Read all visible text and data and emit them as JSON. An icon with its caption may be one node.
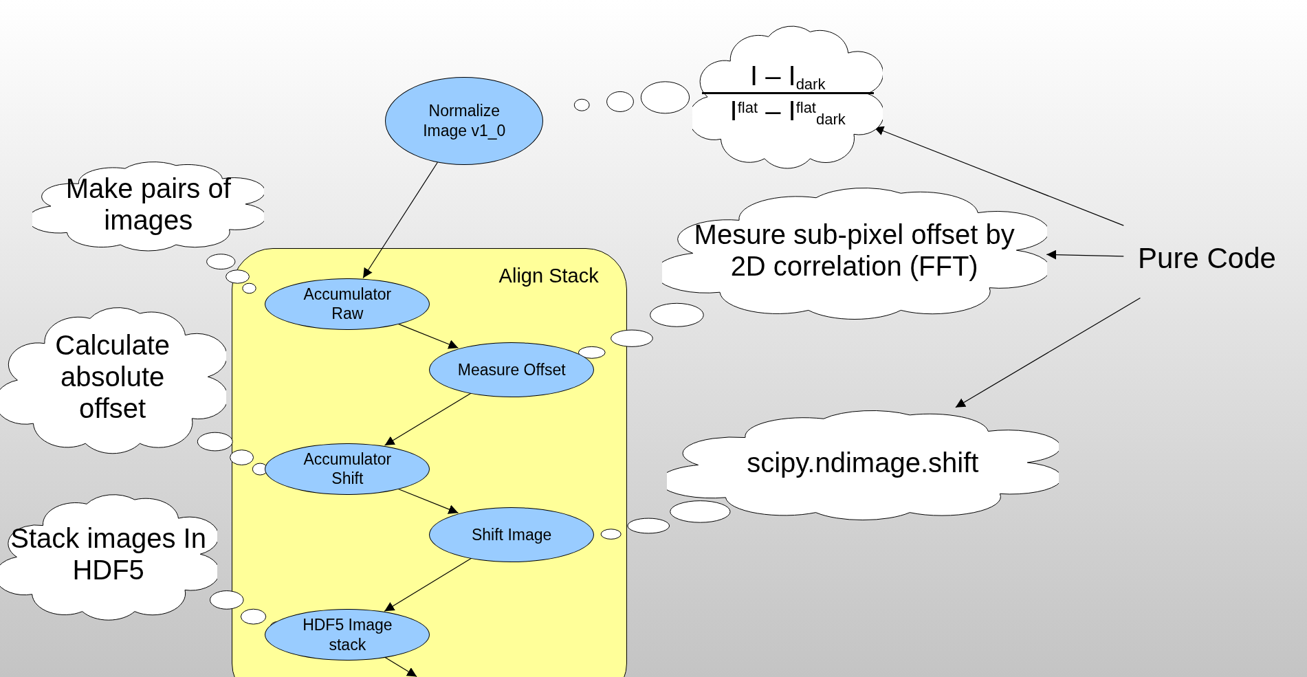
{
  "diagram": {
    "nodes": [
      {
        "text": [
          "Normalize Image v1_0"
        ]
      },
      {
        "text": [
          "Align Stack"
        ]
      },
      {
        "text": [
          "Accumulator Raw"
        ],
        "in": 1
      },
      {
        "text": [
          "Measure Offset"
        ],
        "in": 1
      },
      {
        "text": [
          "Accumulator Shift"
        ],
        "in": 1
      },
      {
        "text": [
          "Shift Image"
        ],
        "in": 1
      },
      {
        "text": [
          "HDF5 Image stack"
        ],
        "in": 1
      },
      {
        "text": [
          "Make pairs of images"
        ]
      },
      {
        "text": [
          "Calculate absolute offset"
        ]
      },
      {
        "text": [
          "Stack images In HDF5"
        ]
      },
      {
        "text": [
          "I – I$_{dark}$",
          "I$^{flat}$ – I$^{flat}$$_{dark}$"
        ]
      },
      {
        "text": [
          "Mesure sub-pixel offset by 2D correlation (FFT)"
        ]
      },
      {
        "text": [
          "scipy.ndimage.shift"
        ]
      },
      {
        "text": [
          "Pure Code"
        ]
      }
    ],
    "edges": [
      {
        "from": 0,
        "to": 2,
        "arrow": "to"
      },
      {
        "from": 2,
        "to": 3,
        "arrow": "to"
      },
      {
        "from": 3,
        "to": 4,
        "arrow": "to"
      },
      {
        "from": 4,
        "to": 5,
        "arrow": "to"
      },
      {
        "from": 5,
        "to": 6,
        "arrow": "to"
      },
      {
        "from": 6,
        "to": null,
        "arrow": "to"
      },
      {
        "from": 13,
        "to": 10,
        "arrow": "to"
      },
      {
        "from": 13,
        "to": 11,
        "arrow": "to"
      },
      {
        "from": 13,
        "to": 12,
        "arrow": "to"
      }
    ]
  }
}
